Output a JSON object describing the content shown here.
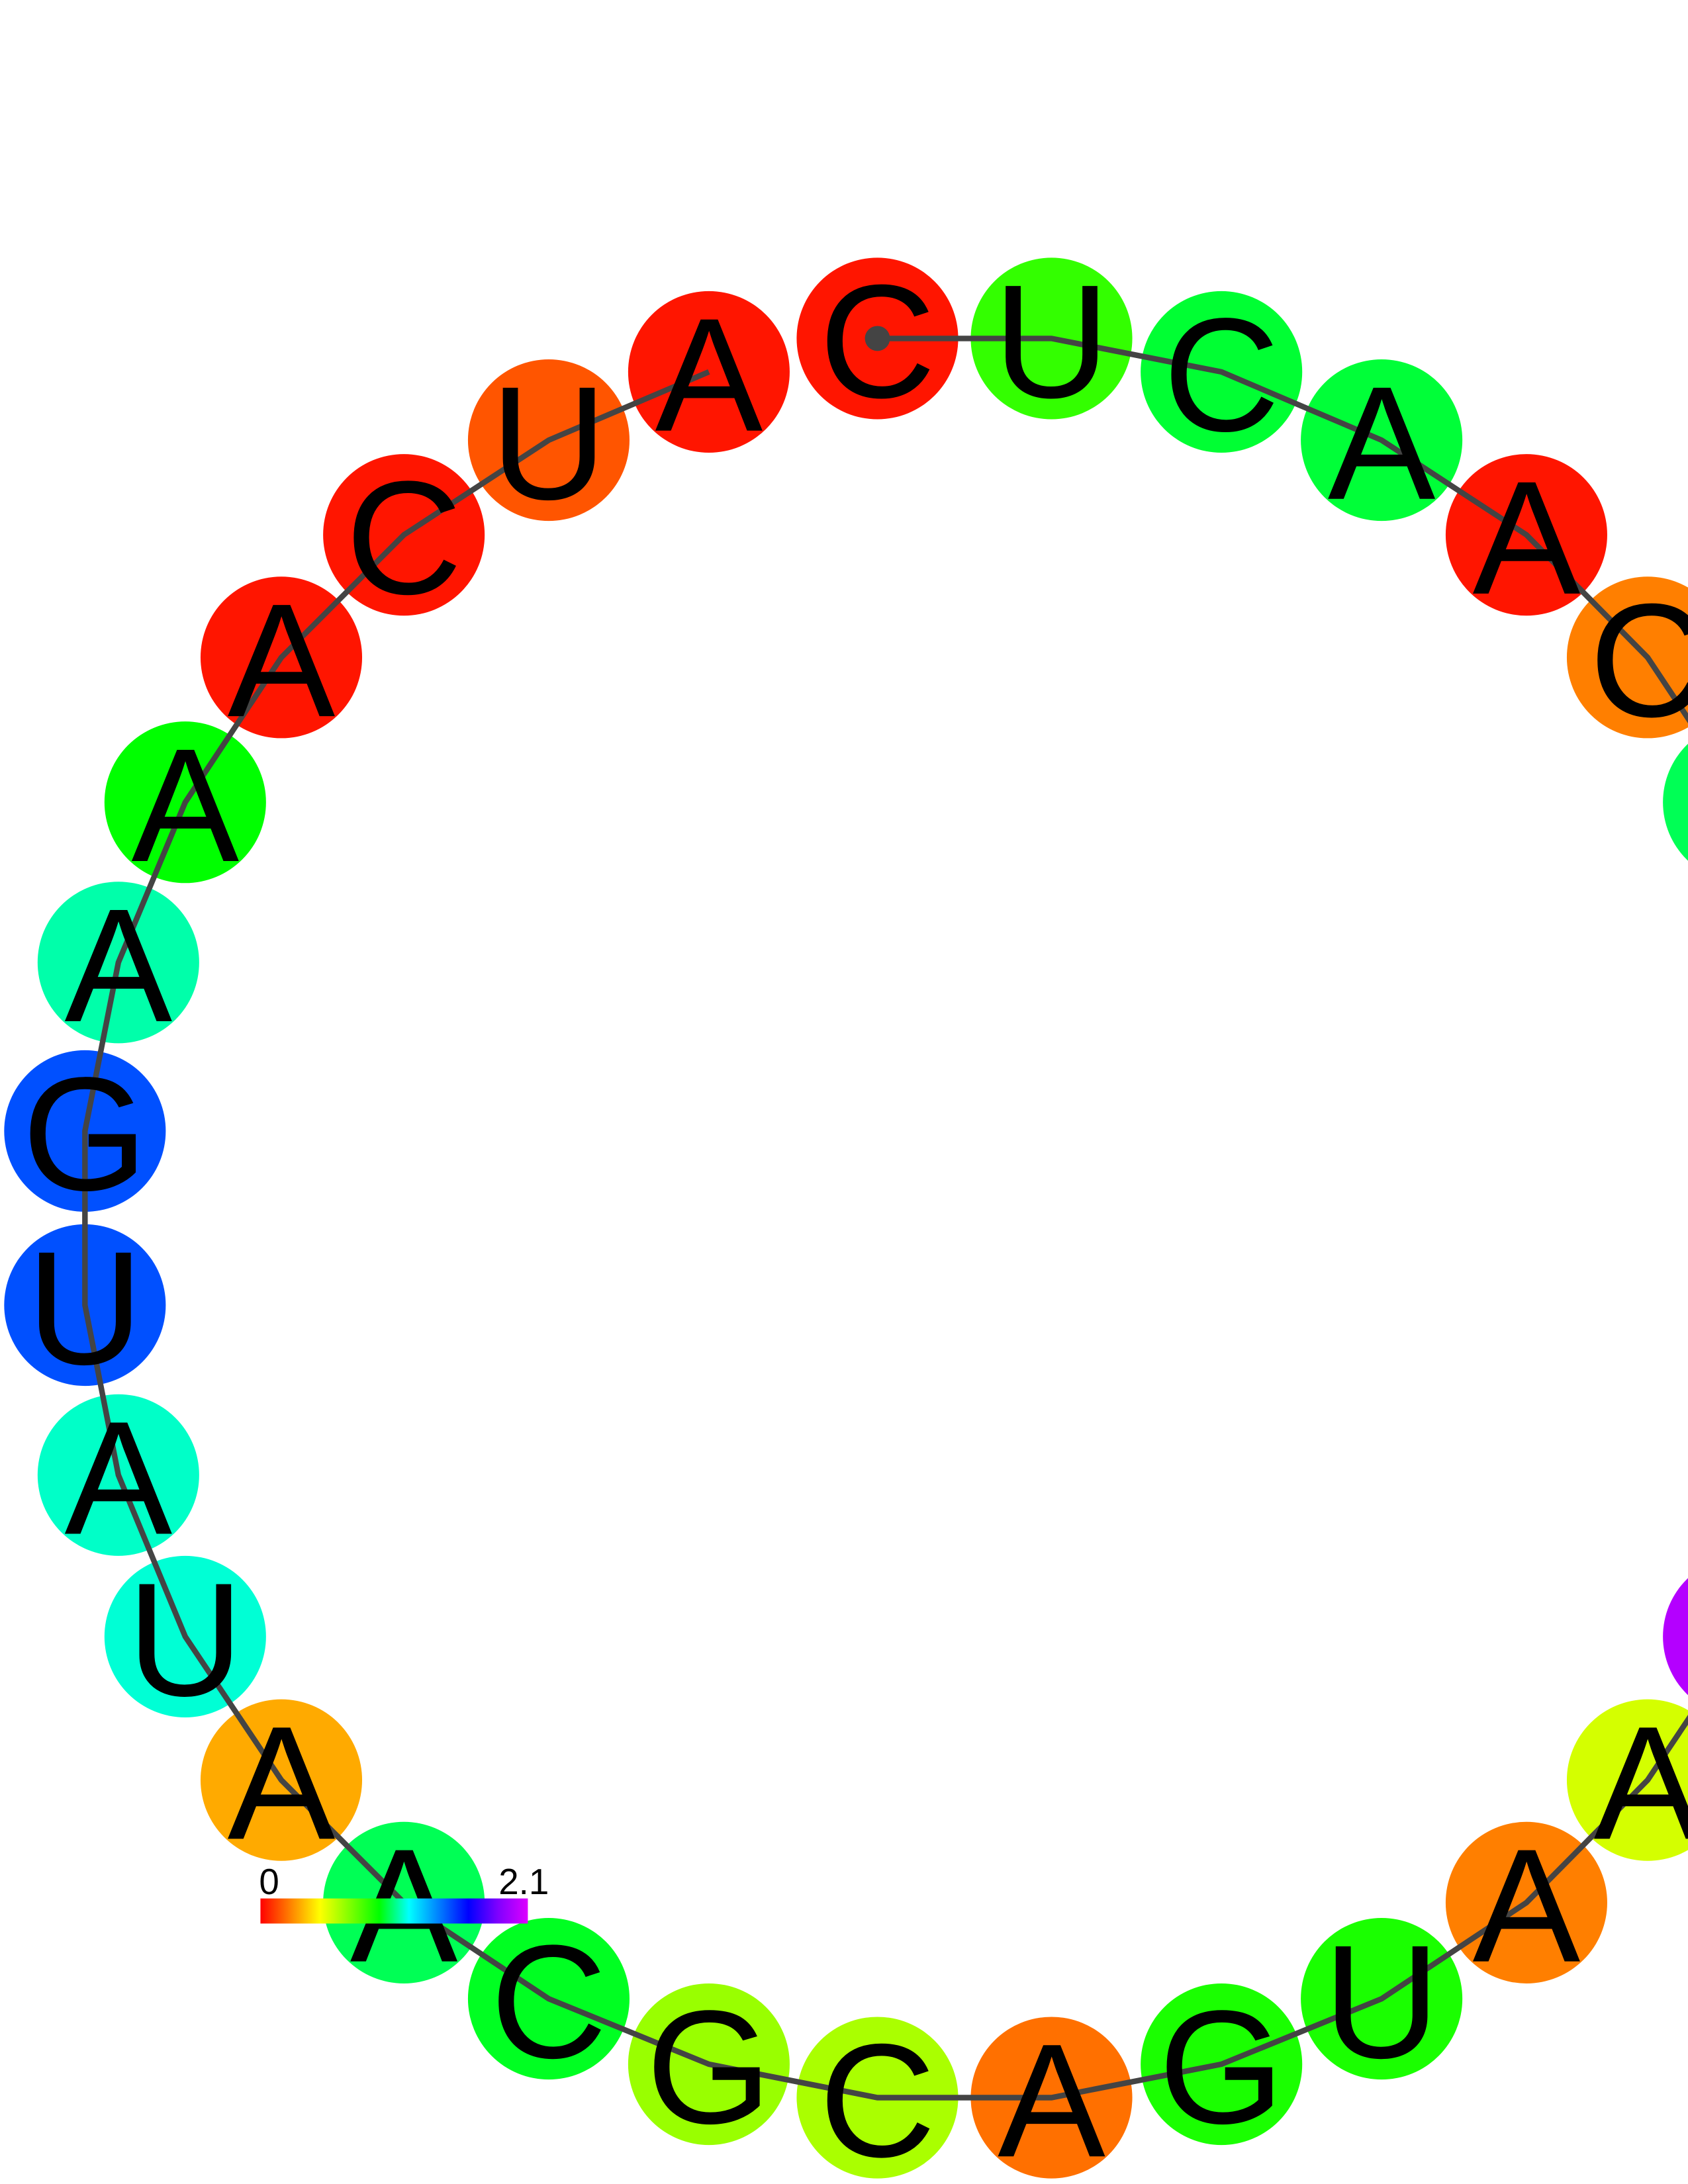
{
  "nucleotides": [
    {
      "letter": "C",
      "color": "#ff1500",
      "start": true
    },
    {
      "letter": "U",
      "color": "#33ff00"
    },
    {
      "letter": "C",
      "color": "#00ff33"
    },
    {
      "letter": "A",
      "color": "#00ff38"
    },
    {
      "letter": "A",
      "color": "#ff1500"
    },
    {
      "letter": "C",
      "color": "#ff7f00"
    },
    {
      "letter": "",
      "color": "#00ff55"
    },
    {
      "letter": "",
      "color": "#b400ff"
    },
    {
      "letter": "A",
      "color": "#d4ff00"
    },
    {
      "letter": "A",
      "color": "#ff7f00"
    },
    {
      "letter": "U",
      "color": "#1aff00"
    },
    {
      "letter": "G",
      "color": "#1aff00"
    },
    {
      "letter": "A",
      "color": "#ff7000"
    },
    {
      "letter": "C",
      "color": "#aaff00"
    },
    {
      "letter": "G",
      "color": "#99ff00"
    },
    {
      "letter": "C",
      "color": "#00ff22"
    },
    {
      "letter": "A",
      "color": "#00ff55"
    },
    {
      "letter": "A",
      "color": "#ffaa00"
    },
    {
      "letter": "U",
      "color": "#00ffd5"
    },
    {
      "letter": "A",
      "color": "#00ffc8"
    },
    {
      "letter": "U",
      "color": "#0050ff"
    },
    {
      "letter": "G",
      "color": "#0050ff"
    },
    {
      "letter": "A",
      "color": "#00ffaa"
    },
    {
      "letter": "A",
      "color": "#00ff00"
    },
    {
      "letter": "A",
      "color": "#ff1500"
    },
    {
      "letter": "C",
      "color": "#ff1500"
    },
    {
      "letter": "U",
      "color": "#ff5500"
    },
    {
      "letter": "A",
      "color": "#ff1500"
    }
  ],
  "colorbar": {
    "min_label": "0",
    "max_label": "2.1",
    "colors": [
      "#ff0000",
      "#ff8000",
      "#ffff00",
      "#80ff00",
      "#00ff00",
      "#00ffff",
      "#0080ff",
      "#0000ff",
      "#8000ff",
      "#dd00ff"
    ]
  },
  "backbone_color": "#444444"
}
